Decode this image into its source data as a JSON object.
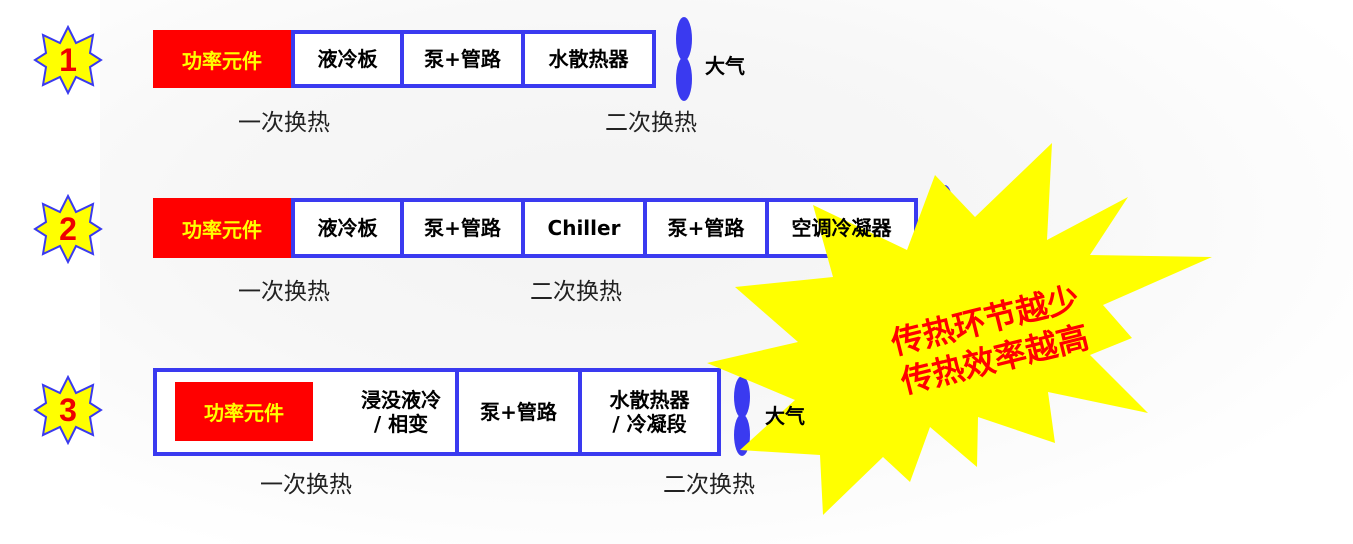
{
  "rows": [
    {
      "num": "1",
      "component": "功率元件",
      "cells": [
        "液冷板",
        "泵+管路",
        "水散热器"
      ],
      "ambient": "大气",
      "labels": [
        "一次换热",
        "二次换热"
      ]
    },
    {
      "num": "2",
      "component": "功率元件",
      "cells": [
        "液冷板",
        "泵+管路",
        "Chiller",
        "泵+管路",
        "空调冷凝器"
      ],
      "labels": [
        "一次换热",
        "二次换热"
      ]
    },
    {
      "num": "3",
      "component": "功率元件",
      "cells": [
        "浸没液冷\n/ 相变",
        "泵+管路",
        "水散热器\n/ 冷凝段"
      ],
      "ambient": "大气",
      "labels": [
        "一次换热",
        "二次换热"
      ]
    }
  ],
  "callout": {
    "line1": "传热环节越少",
    "line2": "传热效率越高"
  },
  "colors": {
    "accent": "#3a3af0",
    "component": "#ff0000",
    "burst": "#ffff00"
  }
}
